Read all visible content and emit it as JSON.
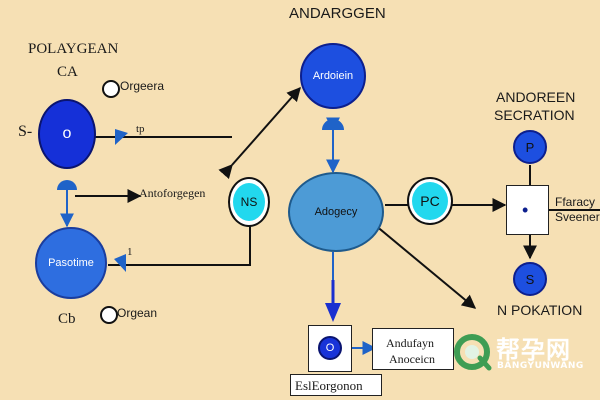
{
  "labels": {
    "top_center": "ANDARGGEN",
    "top_left": "POLAYGEAN",
    "top_left_sub": "CA",
    "left_edge": "S-",
    "origin_tag": "Orgeera",
    "mid_left_tag": "Antoforgegen",
    "small_1": "1",
    "small_tp": "tp",
    "bottom_left": "Cb",
    "bottom_left_tag": "Orgean",
    "right_top_1": "ANDOREEN",
    "right_top_2": "SECRATION",
    "right_bottom": "N POKATION",
    "bottom_box_text_1": "Andufayn",
    "bottom_box_text_2": "Anoceicn",
    "bottom_caption": "EslEorgonon",
    "right_box_text_1": "Ffaracy",
    "right_box_text_2": "Sveeneri"
  },
  "nodes": {
    "top_center": "Ardoiein",
    "center": "Adogecy",
    "left_top": "o",
    "left_bottom": "Pasotime",
    "ns": "NS",
    "pc": "PC",
    "p": "P",
    "s": "S",
    "bottom_o": "O",
    "right_box_dot": "•"
  },
  "watermark": {
    "main": "帮孕网",
    "sub": "BANGYUNWANG"
  },
  "colors": {
    "background": "#f6e0b4",
    "node_dark": "#1833d8",
    "node_mid": "#2f6fe0",
    "node_center": "#4d9bd6",
    "node_cyan": "#22d8ee",
    "arrow_blue": "#1f63c8",
    "line_dark": "#111111",
    "watermark_green": "#3e9d54"
  }
}
